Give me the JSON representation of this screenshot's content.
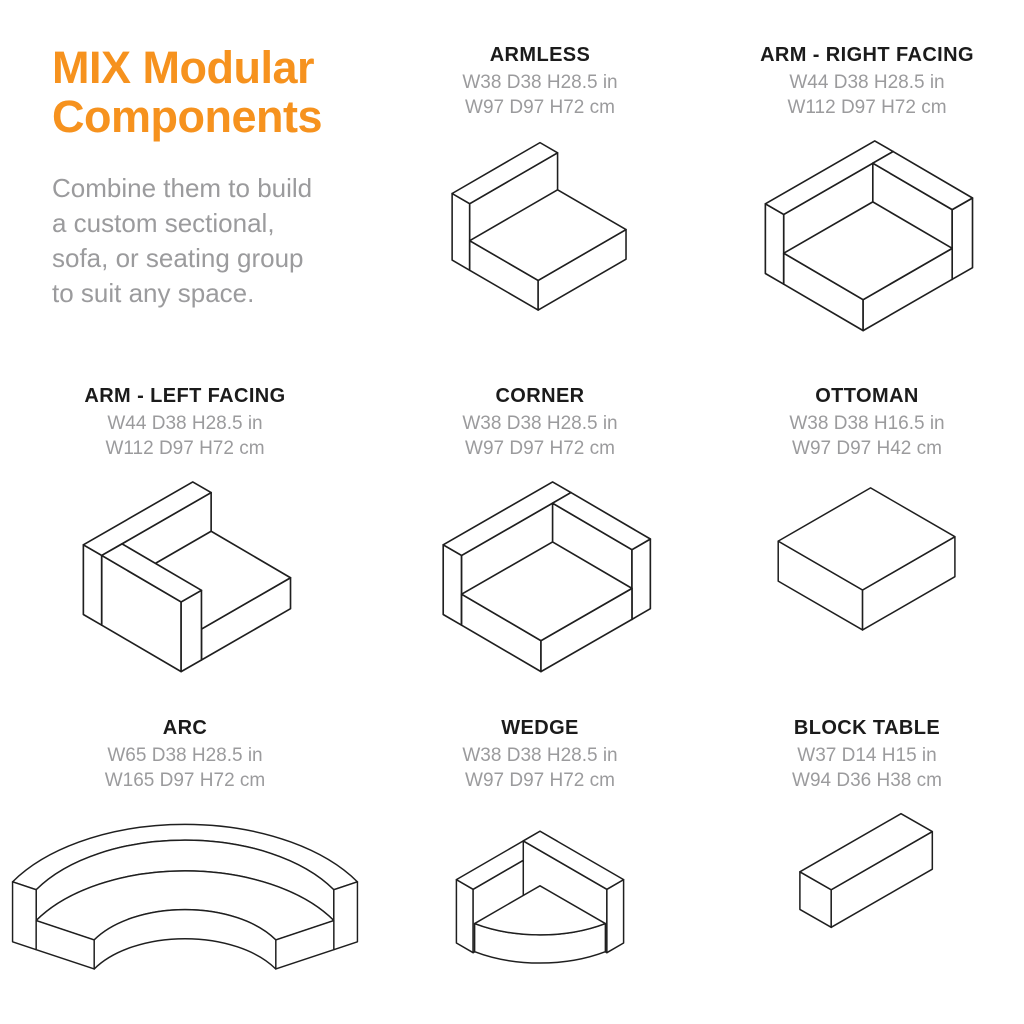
{
  "intro": {
    "title": "MIX Modular\nComponents",
    "subtitle": "Combine them to build\na custom sectional,\nsofa, or seating group\nto suit any space."
  },
  "colors": {
    "accent": "#f6921e",
    "muted": "#9b9b9d",
    "text": "#1b1b1b",
    "line": "#1f1f1f"
  },
  "components": [
    {
      "id": "armless",
      "name": "ARMLESS",
      "dims_in": "W38 D38 H28.5 in",
      "dims_cm": "W97 D97 H72 cm"
    },
    {
      "id": "arm-right",
      "name": "ARM - RIGHT FACING",
      "dims_in": "W44 D38 H28.5 in",
      "dims_cm": "W112 D97 H72 cm"
    },
    {
      "id": "arm-left",
      "name": "ARM - LEFT FACING",
      "dims_in": "W44 D38 H28.5 in",
      "dims_cm": "W112 D97 H72 cm"
    },
    {
      "id": "corner",
      "name": "CORNER",
      "dims_in": "W38 D38 H28.5 in",
      "dims_cm": "W97 D97 H72 cm"
    },
    {
      "id": "ottoman",
      "name": "OTTOMAN",
      "dims_in": "W38 D38 H16.5 in",
      "dims_cm": "W97 D97 H42 cm"
    },
    {
      "id": "arc",
      "name": "ARC",
      "dims_in": "W65 D38 H28.5 in",
      "dims_cm": "W165 D97 H72 cm"
    },
    {
      "id": "wedge",
      "name": "WEDGE",
      "dims_in": "W38 D38 H28.5 in",
      "dims_cm": "W97 D97 H72 cm"
    },
    {
      "id": "block-table",
      "name": "BLOCK TABLE",
      "dims_in": "W37 D14 H15 in",
      "dims_cm": "W94 D36 H38 cm"
    }
  ]
}
